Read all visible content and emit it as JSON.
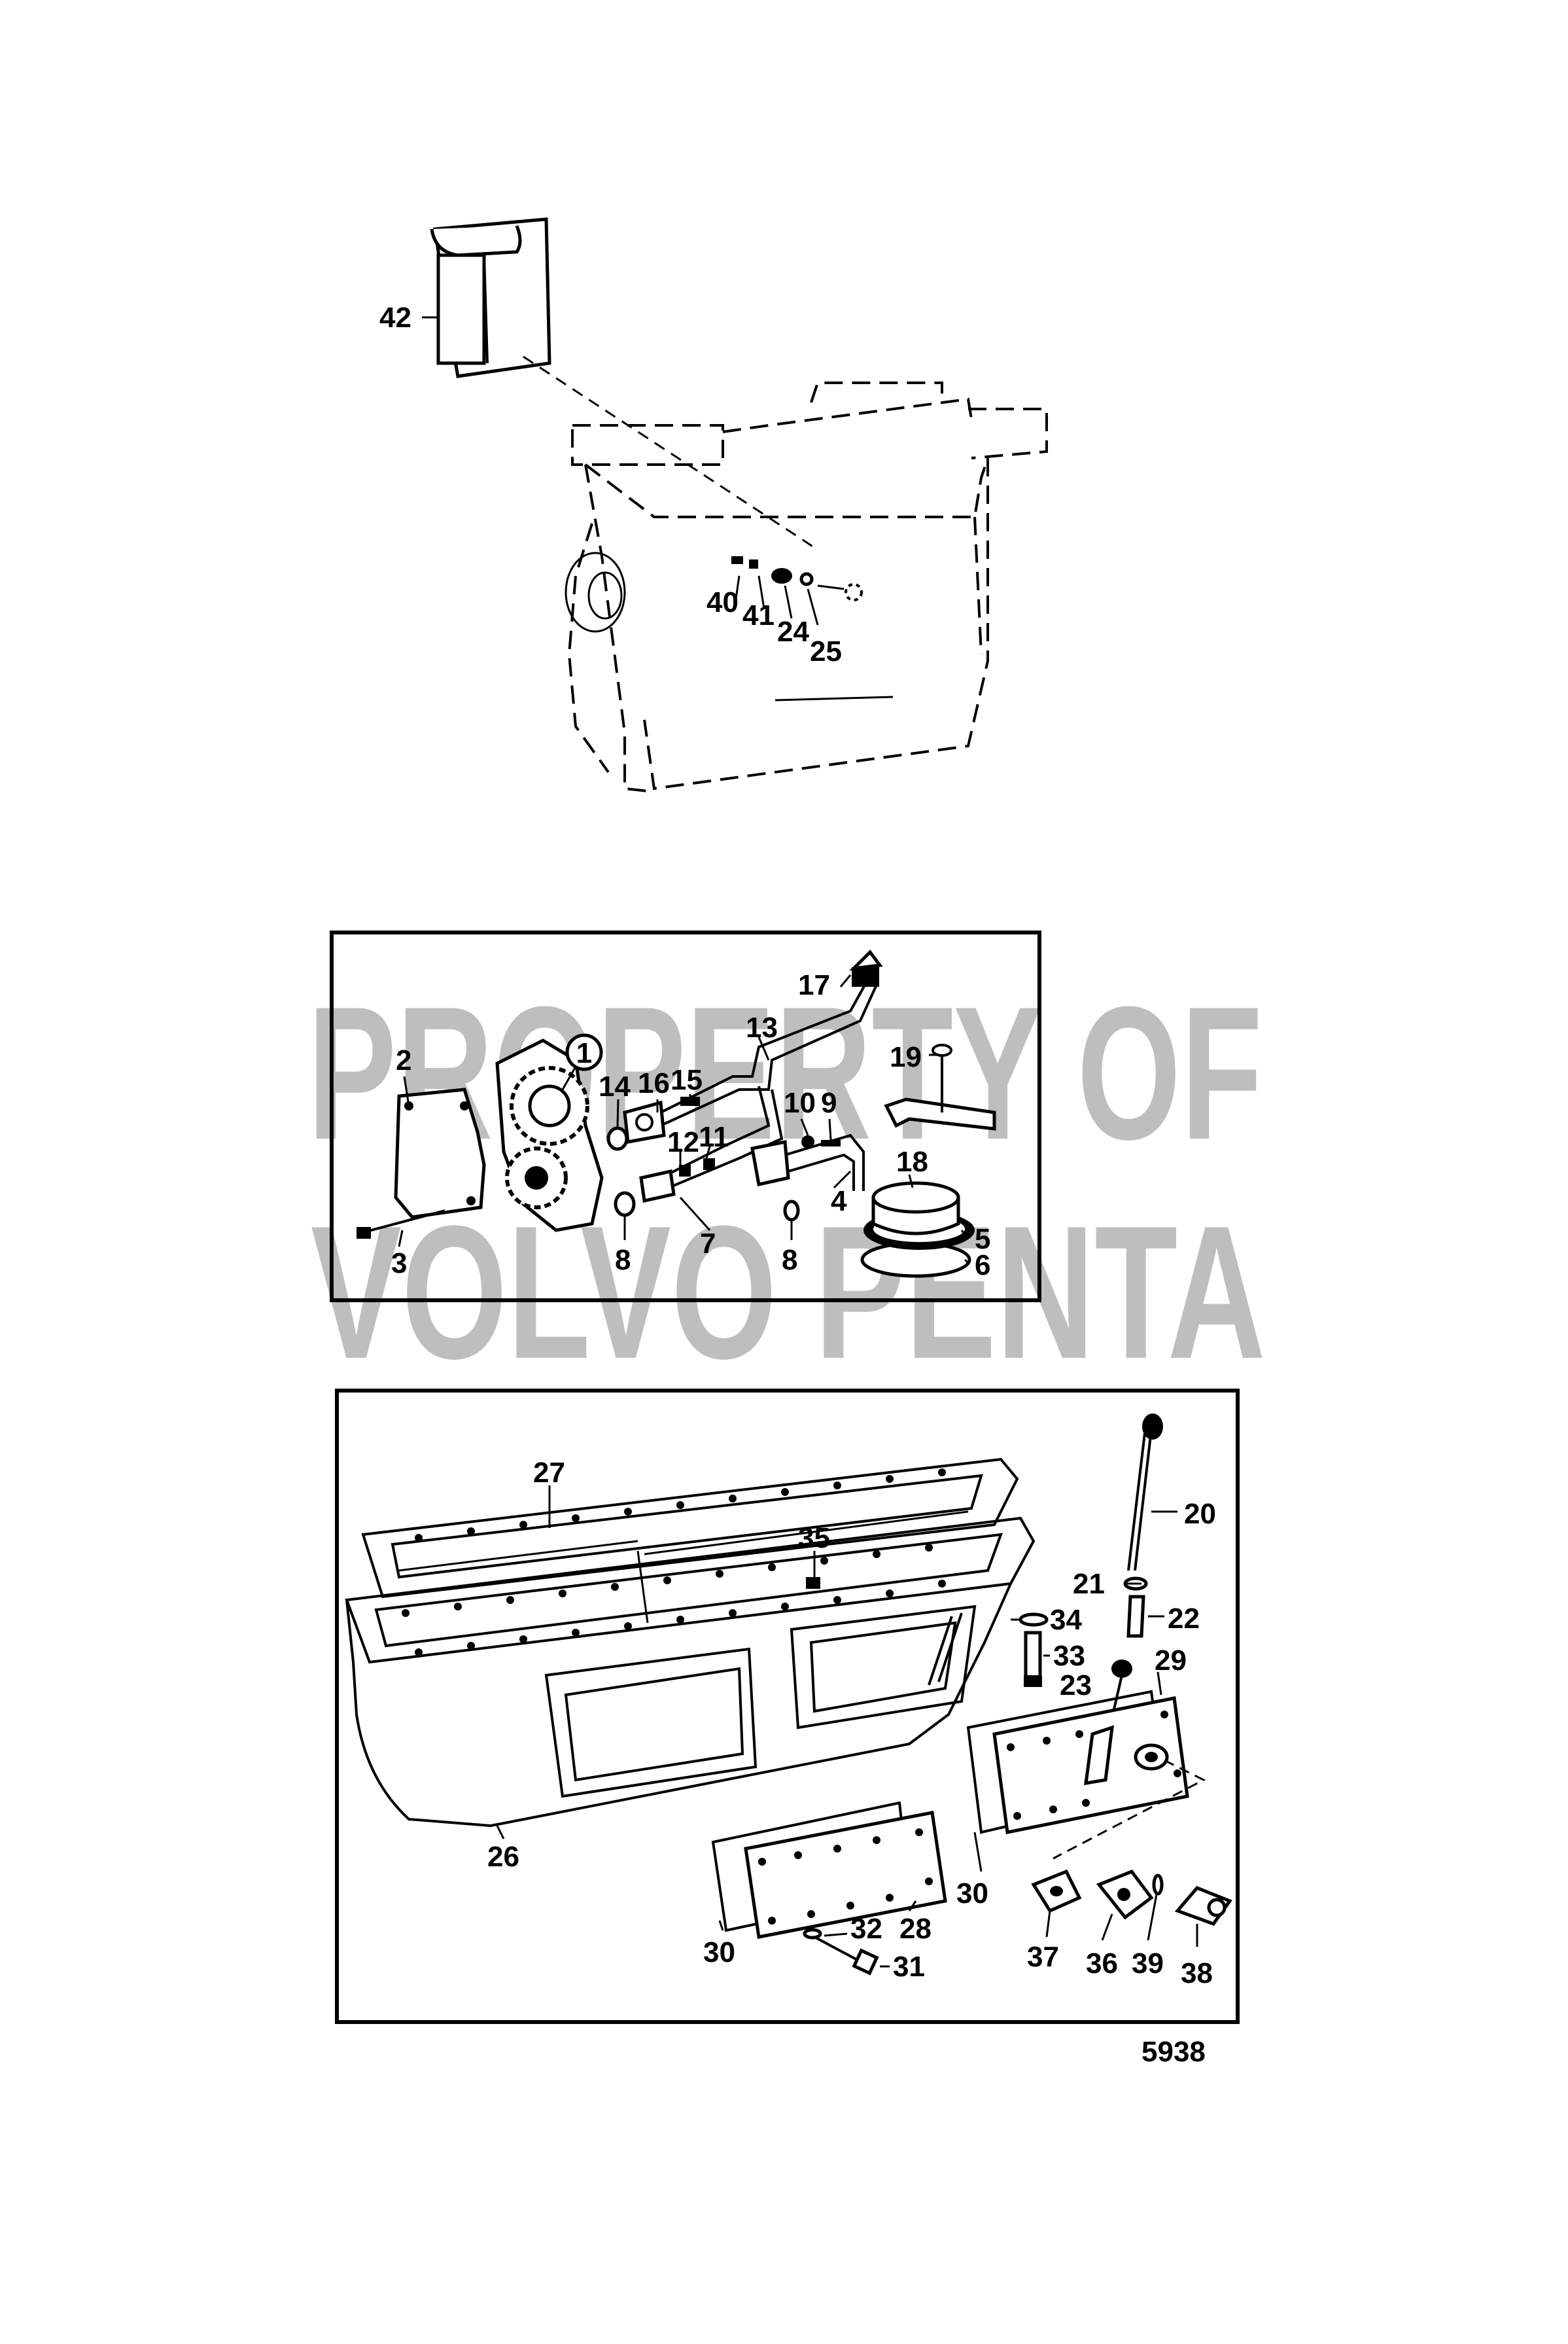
{
  "figure_number": "5938",
  "watermark": {
    "line1": "PROPERTY OF",
    "line2": "VOLVO PENTA"
  },
  "engine_section": {
    "labels": [
      {
        "id": "p42",
        "text": "42"
      },
      {
        "id": "p40",
        "text": "40"
      },
      {
        "id": "p41",
        "text": "41"
      },
      {
        "id": "p24",
        "text": "24"
      },
      {
        "id": "p25",
        "text": "25"
      }
    ]
  },
  "oil_pump_section": {
    "labels": [
      {
        "id": "p17",
        "text": "17"
      },
      {
        "id": "p13",
        "text": "13"
      },
      {
        "id": "p1",
        "text": "1"
      },
      {
        "id": "p2",
        "text": "2"
      },
      {
        "id": "p14",
        "text": "14"
      },
      {
        "id": "p16",
        "text": "16"
      },
      {
        "id": "p15",
        "text": "15"
      },
      {
        "id": "p19",
        "text": "19"
      },
      {
        "id": "p10",
        "text": "10"
      },
      {
        "id": "p9",
        "text": "9"
      },
      {
        "id": "p12",
        "text": "12"
      },
      {
        "id": "p11",
        "text": "11"
      },
      {
        "id": "p18",
        "text": "18"
      },
      {
        "id": "p4",
        "text": "4"
      },
      {
        "id": "p7",
        "text": "7"
      },
      {
        "id": "p8a",
        "text": "8"
      },
      {
        "id": "p8b",
        "text": "8"
      },
      {
        "id": "p3",
        "text": "3"
      },
      {
        "id": "p5",
        "text": "5"
      },
      {
        "id": "p6",
        "text": "6"
      }
    ]
  },
  "oil_sump_section": {
    "labels": [
      {
        "id": "p27",
        "text": "27"
      },
      {
        "id": "p35",
        "text": "35"
      },
      {
        "id": "p20",
        "text": "20"
      },
      {
        "id": "p21",
        "text": "21"
      },
      {
        "id": "p22",
        "text": "22"
      },
      {
        "id": "p34",
        "text": "34"
      },
      {
        "id": "p33",
        "text": "33"
      },
      {
        "id": "p23",
        "text": "23"
      },
      {
        "id": "p29",
        "text": "29"
      },
      {
        "id": "p26",
        "text": "26"
      },
      {
        "id": "p30a",
        "text": "30"
      },
      {
        "id": "p30b",
        "text": "30"
      },
      {
        "id": "p28",
        "text": "28"
      },
      {
        "id": "p32",
        "text": "32"
      },
      {
        "id": "p31",
        "text": "31"
      },
      {
        "id": "p37",
        "text": "37"
      },
      {
        "id": "p36",
        "text": "36"
      },
      {
        "id": "p39",
        "text": "39"
      },
      {
        "id": "p38",
        "text": "38"
      }
    ]
  }
}
